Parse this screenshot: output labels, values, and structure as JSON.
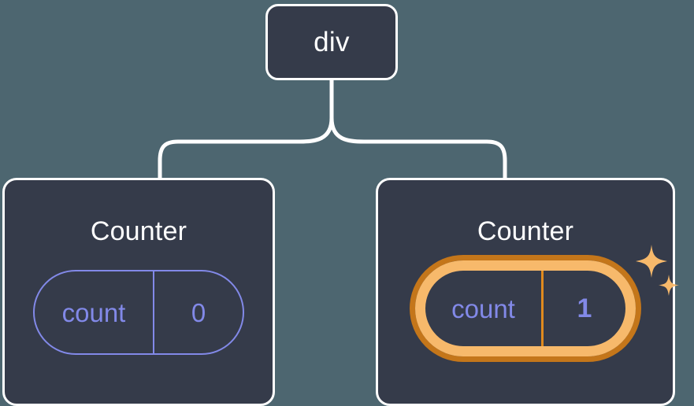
{
  "diagram": {
    "type": "component-tree",
    "background_color": "#4d6670",
    "node_fill": "#353b4a",
    "node_border": "#ffffff",
    "accent_purple": "#8289e8",
    "highlight_orange": "#f7b96b",
    "highlight_orange_dark": "#c4761a",
    "connector_color": "#ffffff",
    "root": {
      "label": "div"
    },
    "children": [
      {
        "title": "Counter",
        "state": {
          "key": "count",
          "value": "0"
        },
        "highlighted": false
      },
      {
        "title": "Counter",
        "state": {
          "key": "count",
          "value": "1"
        },
        "highlighted": true,
        "sparkle_icons": [
          "sparkle-large",
          "sparkle-small"
        ]
      }
    ]
  }
}
